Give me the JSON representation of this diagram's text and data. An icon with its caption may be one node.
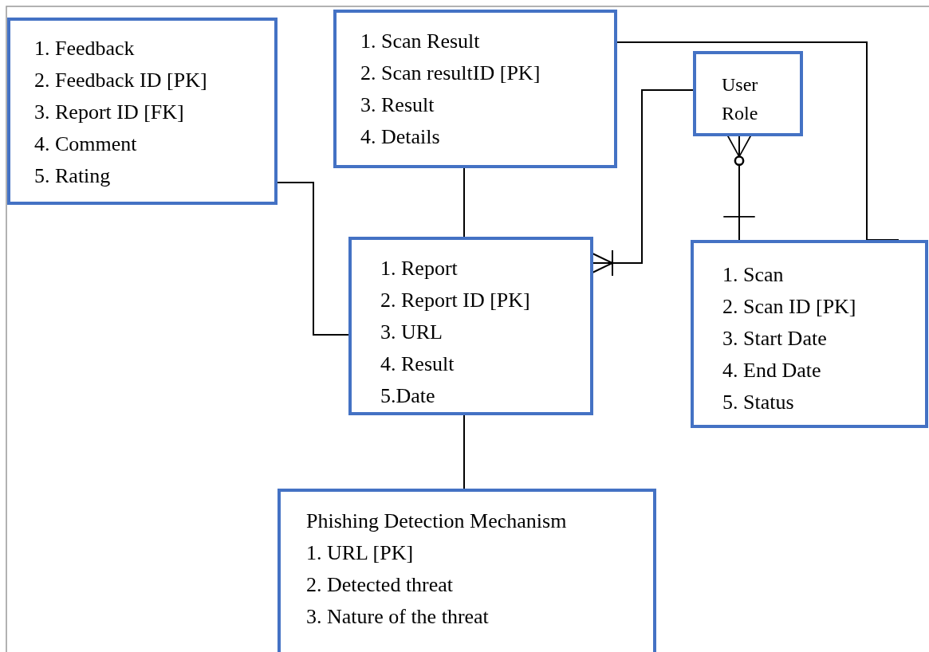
{
  "diagram": {
    "nodes": [
      {
        "text": [
          "1. Feedback",
          "2. Feedback ID [PK]",
          "3. Report ID [FK]",
          "4. Comment",
          "5. Rating"
        ]
      },
      {
        "text": [
          "1. Scan Result",
          "2. Scan resultID [PK]",
          "3. Result",
          "4. Details"
        ]
      },
      {
        "text": [
          "User Role"
        ]
      },
      {
        "text": [
          "1. Report",
          "2. Report ID [PK]",
          "3. URL",
          "4. Result",
          "5.Date"
        ]
      },
      {
        "text": [
          "1. Scan",
          "2. Scan ID [PK]",
          "3. Start Date",
          "4. End Date",
          "5. Status"
        ]
      },
      {
        "text": [
          "Phishing Detection Mechanism",
          "1. URL [PK]",
          "2. Detected threat",
          "3. Nature of the threat"
        ]
      }
    ],
    "edges": [
      {
        "from": 0,
        "to": 3,
        "arrow": "none"
      },
      {
        "from": 1,
        "to": 3,
        "arrow": "none"
      },
      {
        "from": 2,
        "to": 3,
        "arrow": "other"
      },
      {
        "from": 2,
        "to": 4,
        "arrow": "other"
      },
      {
        "from": 1,
        "to": 4,
        "arrow": "none"
      },
      {
        "from": 3,
        "to": 5,
        "arrow": "none"
      }
    ]
  }
}
